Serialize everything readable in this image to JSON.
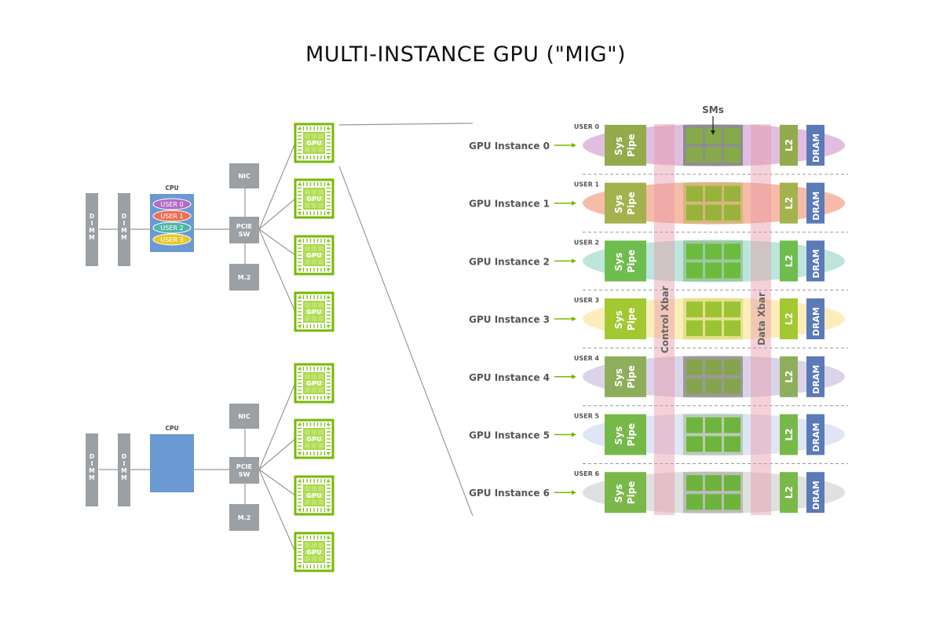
{
  "title": "MULTI-INSTANCE GPU (\"MIG\")",
  "colors": {
    "gray_box": "#9aa0a4",
    "gpu_green": "#76b900",
    "cpu_blue": "#6a99d3",
    "dram_blue": "#5a7ab8",
    "line": "#999999"
  },
  "left": {
    "dimm_label": "DIMM",
    "cpu_label": "CPU",
    "nic_label": "NIC",
    "pcie_label_1": "PCIE",
    "pcie_label_2": "SW",
    "m2_label": "M.2",
    "gpu_label": "GPU",
    "cpu_users": [
      {
        "label": "USER 0",
        "color": "#b06ec6"
      },
      {
        "label": "USER 1",
        "color": "#ee7052"
      },
      {
        "label": "USER 2",
        "color": "#52b6a6"
      },
      {
        "label": "USER 3",
        "color": "#e8c82a"
      }
    ]
  },
  "mig": {
    "sms_label": "SMs",
    "sys_label": "Sys",
    "pipe_label": "Pipe",
    "l2_label": "L2",
    "dram_label": "DRAM",
    "control_xbar": "Control Xbar",
    "data_xbar": "Data Xbar",
    "instances": [
      {
        "label": "GPU Instance 0",
        "user": "USER 0",
        "color": "#d7a8d6",
        "block": "#93ab4c",
        "sm": "#8e8e8e",
        "sm_cell": "#86a94a"
      },
      {
        "label": "GPU Instance 1",
        "user": "USER 1",
        "color": "#f4a48e",
        "block": "#a4b24e",
        "sm": "#d2b87a",
        "sm_cell": "#98b23c"
      },
      {
        "label": "GPU Instance 2",
        "user": "USER 2",
        "color": "#a8dcd0",
        "block": "#6ebd4e",
        "sm": "#9cc9a0",
        "sm_cell": "#6dbb3c"
      },
      {
        "label": "GPU Instance 3",
        "user": "USER 3",
        "color": "#fbe7a4",
        "block": "#a2c832",
        "sm": "#e4e08e",
        "sm_cell": "#9cc334"
      },
      {
        "label": "GPU Instance 4",
        "user": "USER 4",
        "color": "#cfc6e0",
        "block": "#8fae5c",
        "sm": "#9a9a9a",
        "sm_cell": "#86a44e"
      },
      {
        "label": "GPU Instance 5",
        "user": "USER 5",
        "color": "#d5dcf2",
        "block": "#76b948",
        "sm": "#b8ccb6",
        "sm_cell": "#6fb43c"
      },
      {
        "label": "GPU Instance 6",
        "user": "USER 6",
        "color": "#d6d6d6",
        "block": "#7ab84a",
        "sm": "#b9bdb7",
        "sm_cell": "#6db43c"
      }
    ]
  }
}
